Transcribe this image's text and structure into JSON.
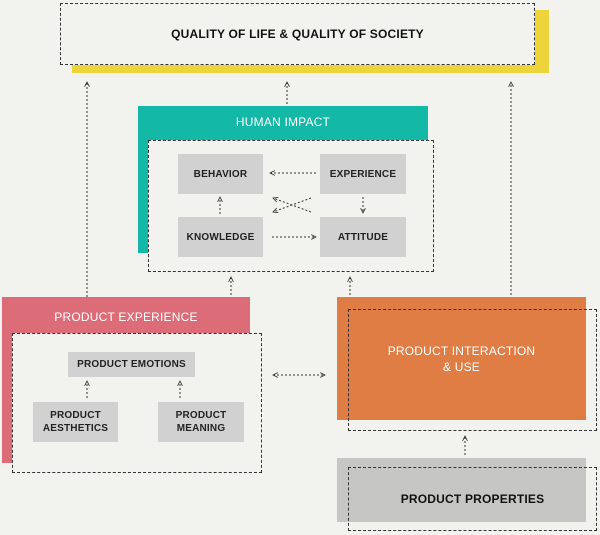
{
  "colors": {
    "background": "#f2f2ee",
    "yellow": "#ecd43a",
    "teal": "#14b8a6",
    "pink": "#db6c78",
    "orange": "#e07d44",
    "grey_box": "#d0d1d0",
    "properties_grey": "#c6c6c4"
  },
  "top": {
    "title": "QUALITY OF LIFE & QUALITY OF SOCIETY"
  },
  "human_impact": {
    "title": "HUMAN IMPACT",
    "behavior": "BEHAVIOR",
    "experience": "EXPERIENCE",
    "knowledge": "KNOWLEDGE",
    "attitude": "ATTITUDE"
  },
  "product_experience": {
    "title": "PRODUCT EXPERIENCE",
    "emotions": "PRODUCT EMOTIONS",
    "aesthetics": "PRODUCT\nAESTHETICS",
    "meaning": "PRODUCT\nMEANING"
  },
  "interaction": {
    "title": "PRODUCT INTERACTION\n& USE"
  },
  "properties": {
    "title": "PRODUCT PROPERTIES"
  }
}
